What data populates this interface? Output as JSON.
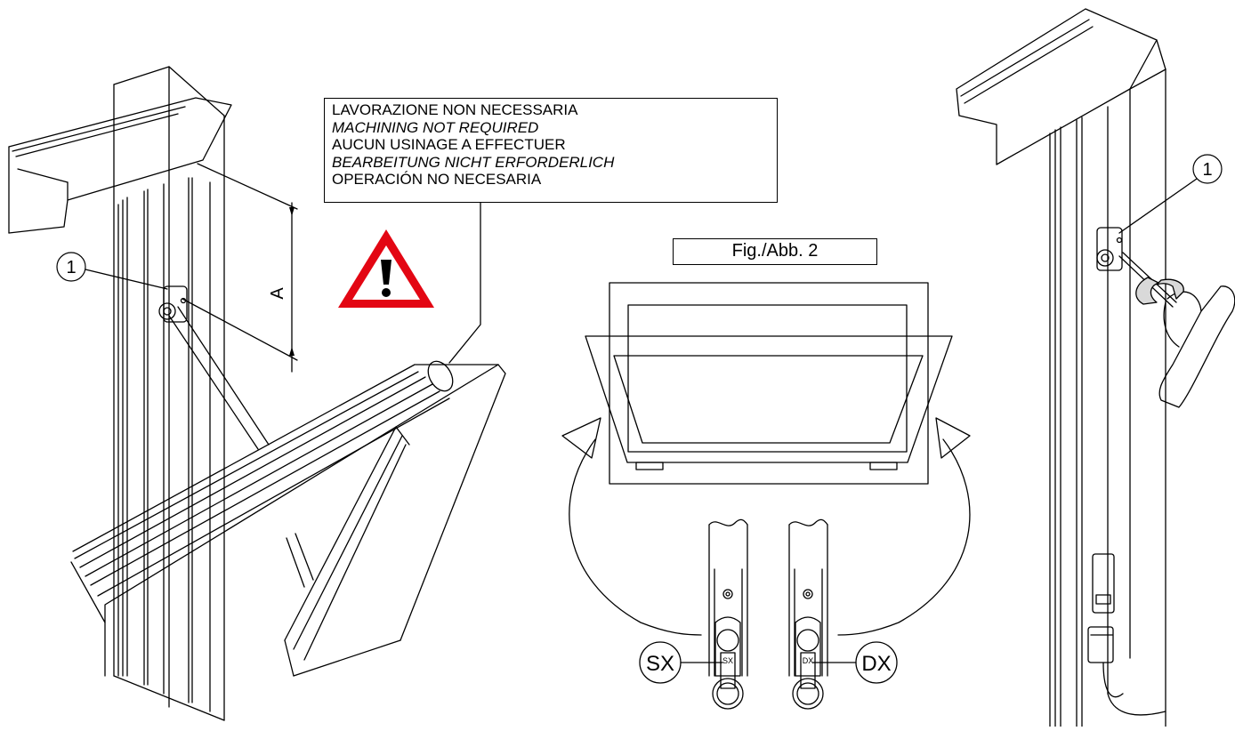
{
  "callouts": {
    "item_number": "1",
    "dimension_label": "A",
    "left_hand_label": "SX",
    "right_hand_label": "DX"
  },
  "note": {
    "line1": "LAVORAZIONE NON NECESSARIA",
    "line2": "MACHINING NOT REQUIRED",
    "line3": "AUCUN USINAGE A EFFECTUER",
    "line4": "BEARBEITUNG NICHT ERFORDERLICH",
    "line5": "OPERACIÓN NO NECESARIA"
  },
  "figure_label": "Fig./Abb. 2",
  "key_labels": {
    "left": "SX",
    "right": "DX"
  },
  "colors": {
    "warning_red": "#e30613",
    "line": "#000000",
    "background": "#ffffff"
  },
  "icons": [
    "warning-icon",
    "rotate-arrow-icon"
  ]
}
